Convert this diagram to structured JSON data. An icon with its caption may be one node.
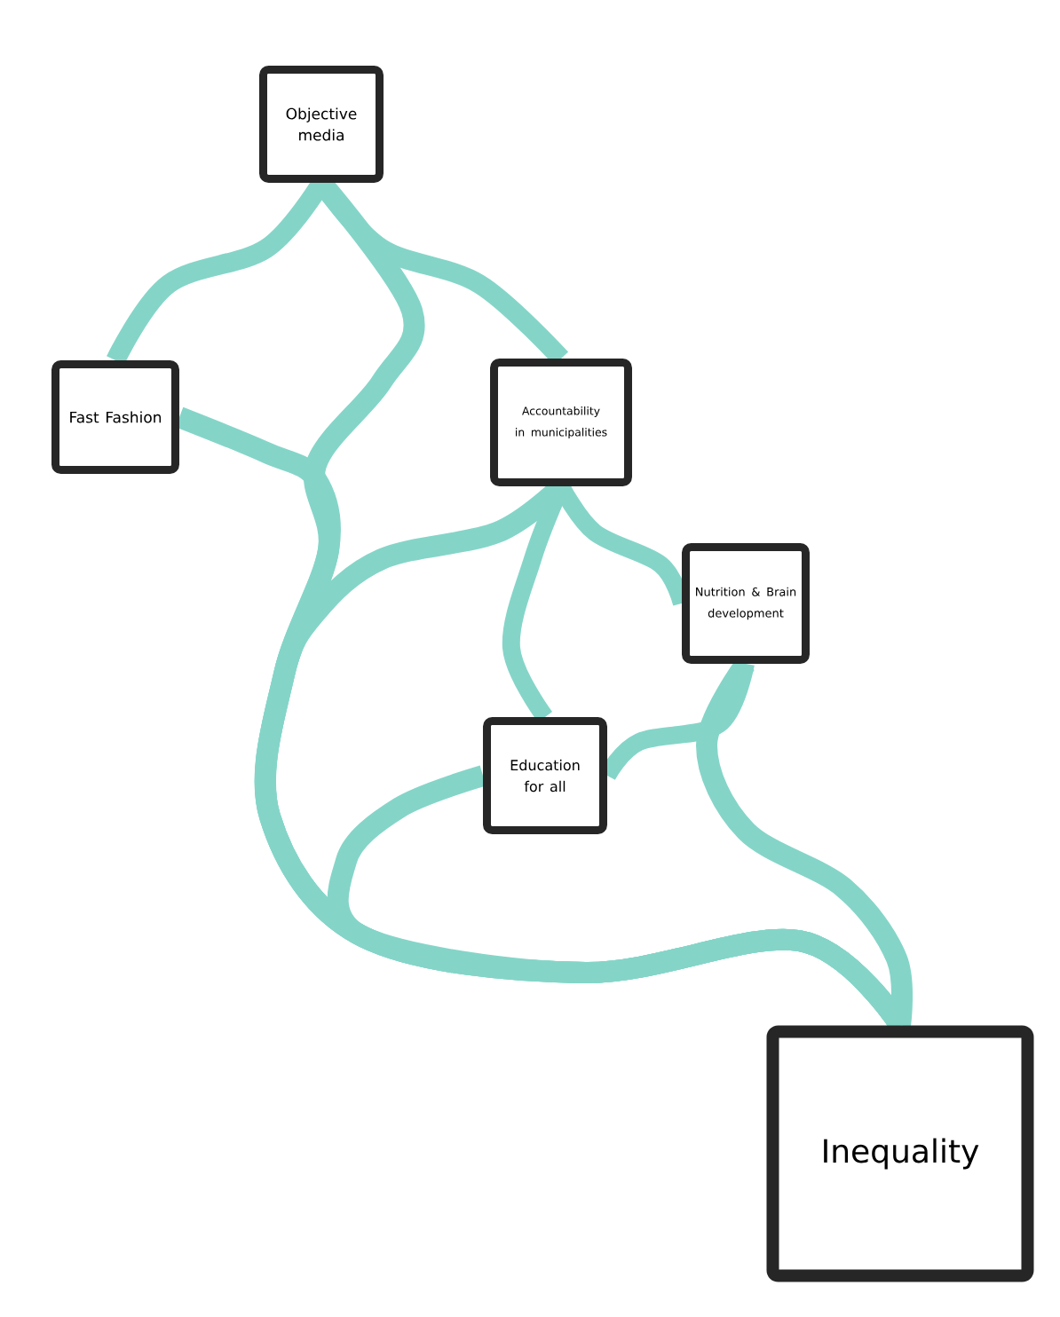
{
  "diagram": {
    "nodes": [
      {
        "text": [
          "Objective media"
        ]
      },
      {
        "text": [
          "Fast Fashion"
        ]
      },
      {
        "text": [
          "Accountability in municipalities"
        ]
      },
      {
        "text": [
          "Nutrition & Brain development"
        ]
      },
      {
        "text": [
          "Education for all"
        ]
      },
      {
        "text": [
          "Inequality"
        ]
      }
    ],
    "edges": [
      {
        "from": 0,
        "to": 1,
        "arrow": "none"
      },
      {
        "from": 0,
        "to": 2,
        "arrow": "none"
      },
      {
        "from": 0,
        "to": 5,
        "arrow": "none"
      },
      {
        "from": 1,
        "to": 5,
        "arrow": "none"
      },
      {
        "from": 2,
        "to": 5,
        "arrow": "none"
      },
      {
        "from": 2,
        "to": 3,
        "arrow": "none"
      },
      {
        "from": 2,
        "to": 4,
        "arrow": "none"
      },
      {
        "from": 3,
        "to": 4,
        "arrow": "none"
      },
      {
        "from": 3,
        "to": 5,
        "arrow": "none"
      },
      {
        "from": 4,
        "to": 5,
        "arrow": "none"
      }
    ]
  }
}
